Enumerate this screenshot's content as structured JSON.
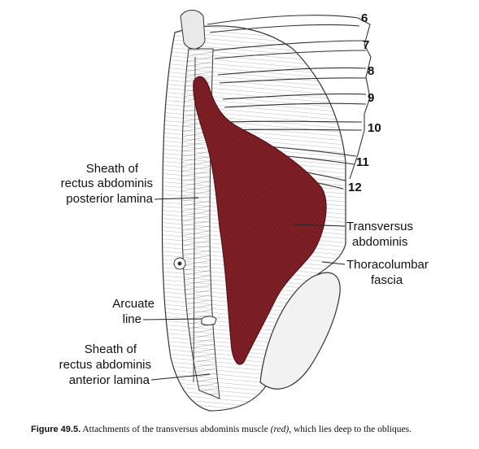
{
  "rib_numbers": [
    "6",
    "7",
    "8",
    "9",
    "10",
    "11",
    "12"
  ],
  "labels": {
    "sheath_posterior": [
      "Sheath of",
      "rectus abdominis",
      "posterior lamina"
    ],
    "arcuate": [
      "Arcuate",
      "line"
    ],
    "sheath_anterior": [
      "Sheath of",
      "rectus abdominis",
      "anterior lamina"
    ],
    "transversus": [
      "Transversus",
      "abdominis"
    ],
    "thoracolumbar": [
      "Thoracolumbar",
      "fascia"
    ]
  },
  "caption": {
    "figure_label": "Figure 49.5.",
    "text_before": " Attachments of the transversus abdominis muscle ",
    "text_italic": "(red)",
    "text_after": ", which lies deep to the obliques."
  },
  "colors": {
    "muscle": "#7e1f26",
    "muscle_light": "#a8454a",
    "ink": "#2a2a2a",
    "paper": "#ffffff"
  }
}
